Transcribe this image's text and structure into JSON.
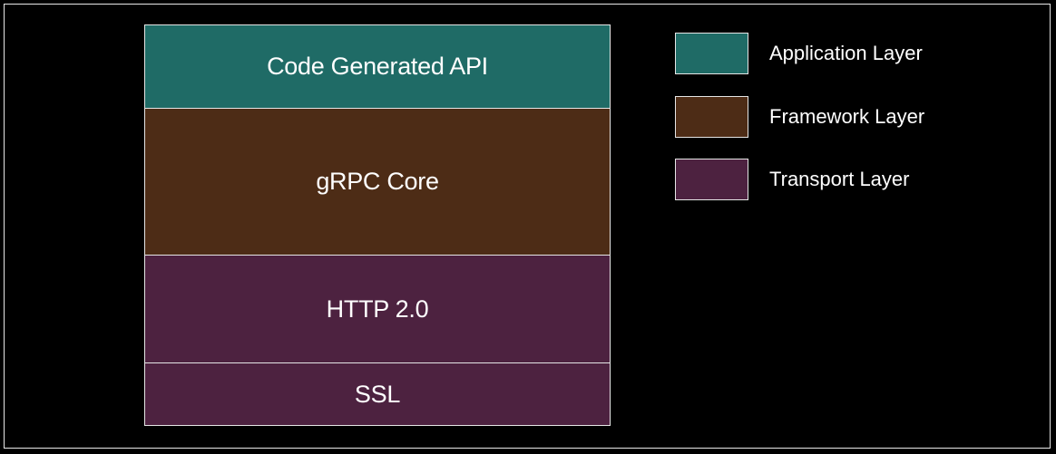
{
  "colors": {
    "application": "#1f6b66",
    "framework": "#4d2c16",
    "transport": "#4d2240",
    "border": "#e6e6e6",
    "background": "#000000"
  },
  "stack": {
    "layers": [
      {
        "label": "Code Generated API",
        "layer": "application"
      },
      {
        "label": "gRPC Core",
        "layer": "framework"
      },
      {
        "label": "HTTP 2.0",
        "layer": "transport"
      },
      {
        "label": "SSL",
        "layer": "transport"
      }
    ]
  },
  "legend": {
    "items": [
      {
        "label": "Application Layer",
        "layer": "application"
      },
      {
        "label": "Framework Layer",
        "layer": "framework"
      },
      {
        "label": "Transport Layer",
        "layer": "transport"
      }
    ]
  }
}
